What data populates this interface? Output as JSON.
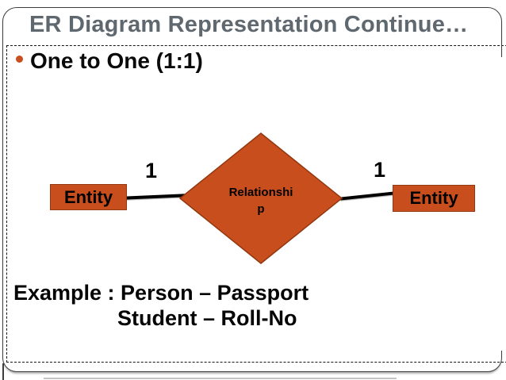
{
  "slide": {
    "title": "ER Diagram Representation Continue…",
    "bullet_label": "One to One (1:1)",
    "diagram": {
      "left_entity": "Entity",
      "right_entity": "Entity",
      "relationship_line1": "Relationshi",
      "relationship_line2": "p",
      "left_cardinality": "1",
      "right_cardinality": "1"
    },
    "example": {
      "line1": "Example : Person – Passport",
      "line2": "Student – Roll-No"
    },
    "colors": {
      "accent": "#C84E1E",
      "accent_border": "#93380F",
      "title_text": "#60686F"
    }
  }
}
